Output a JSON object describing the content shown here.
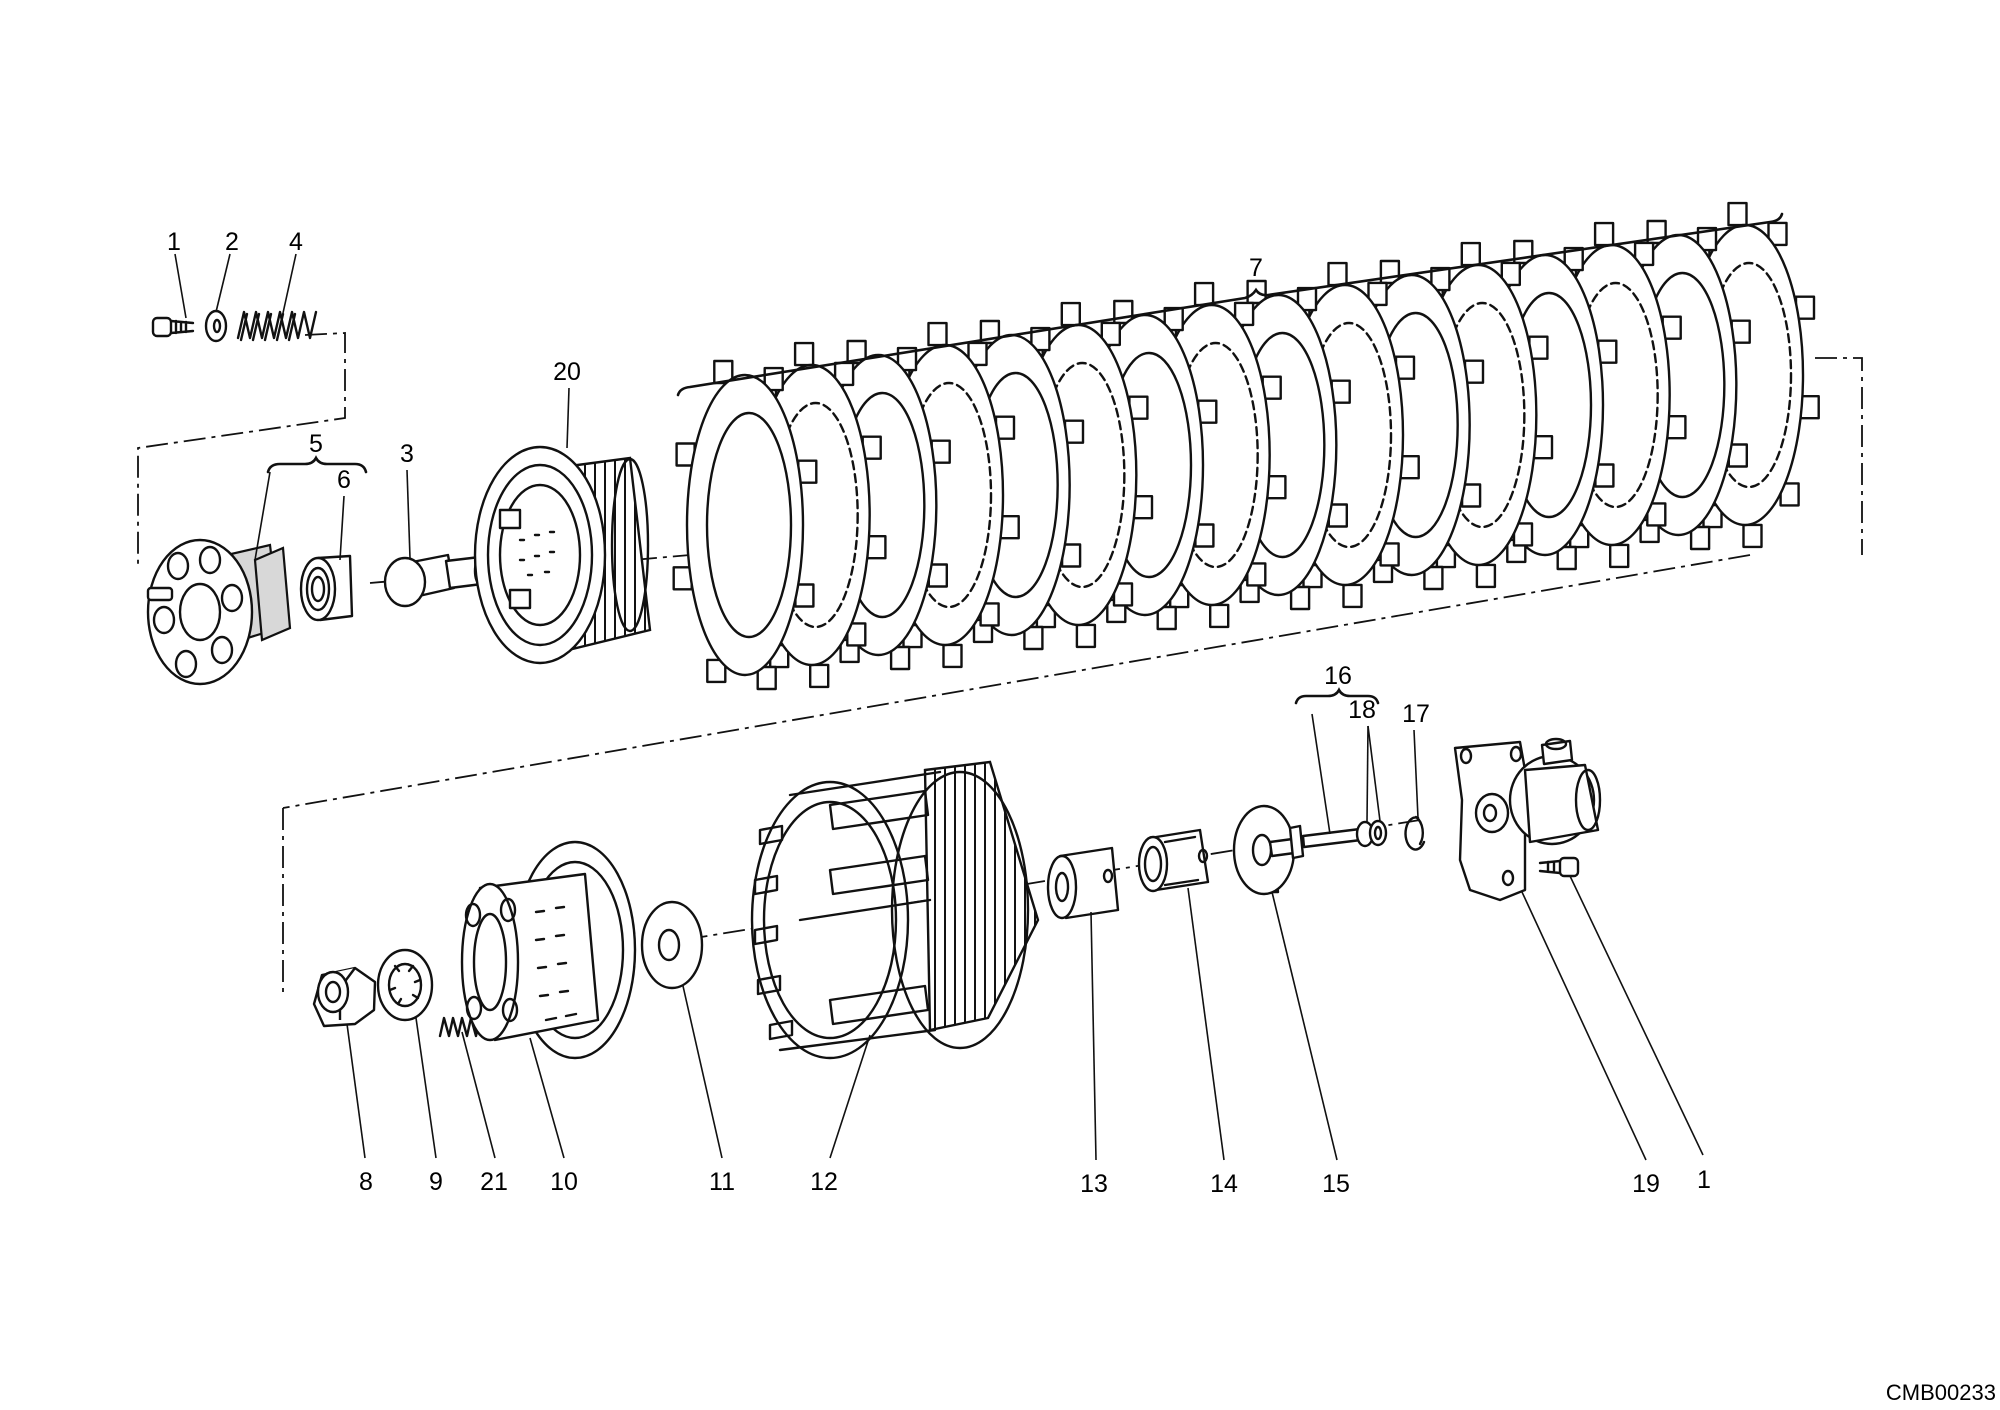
{
  "callouts": [
    "1",
    "2",
    "4",
    "20",
    "5",
    "6",
    "3",
    "7",
    "16",
    "18",
    "17",
    "8",
    "9",
    "21",
    "10",
    "11",
    "12",
    "13",
    "14",
    "15",
    "19",
    "1"
  ],
  "diagram_code": "CMB00233"
}
